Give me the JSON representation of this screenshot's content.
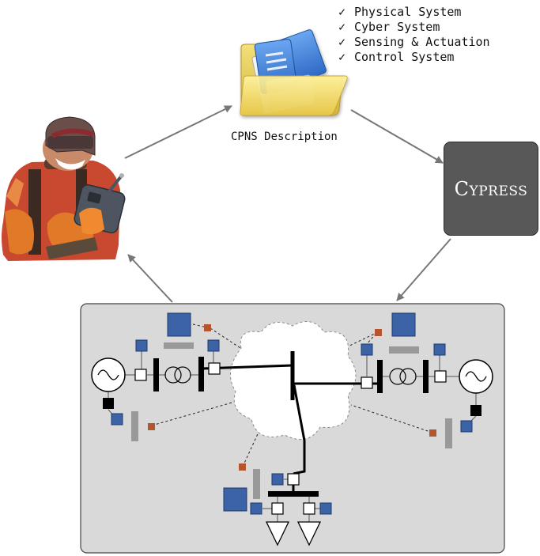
{
  "description_items": [
    {
      "mark": "✓",
      "label": "Physical System"
    },
    {
      "mark": "✓",
      "label": "Cyber System"
    },
    {
      "mark": "✓",
      "label": "Sensing & Actuation"
    },
    {
      "mark": "✓",
      "label": "Control System"
    }
  ],
  "cpns_label": "CPNS Description",
  "cypress_label": "Cypress",
  "colors": {
    "panel_bg": "#d9d9d9",
    "sensor_blue": "#3b63a6",
    "link_orange": "#b5552d",
    "bar_gray": "#999999",
    "arrow": "#777777",
    "cypress_box": "#585858"
  },
  "icons": [
    "folder-icon",
    "operator-figure",
    "generator-icon",
    "transformer-icon",
    "load-icon",
    "network-cloud"
  ]
}
